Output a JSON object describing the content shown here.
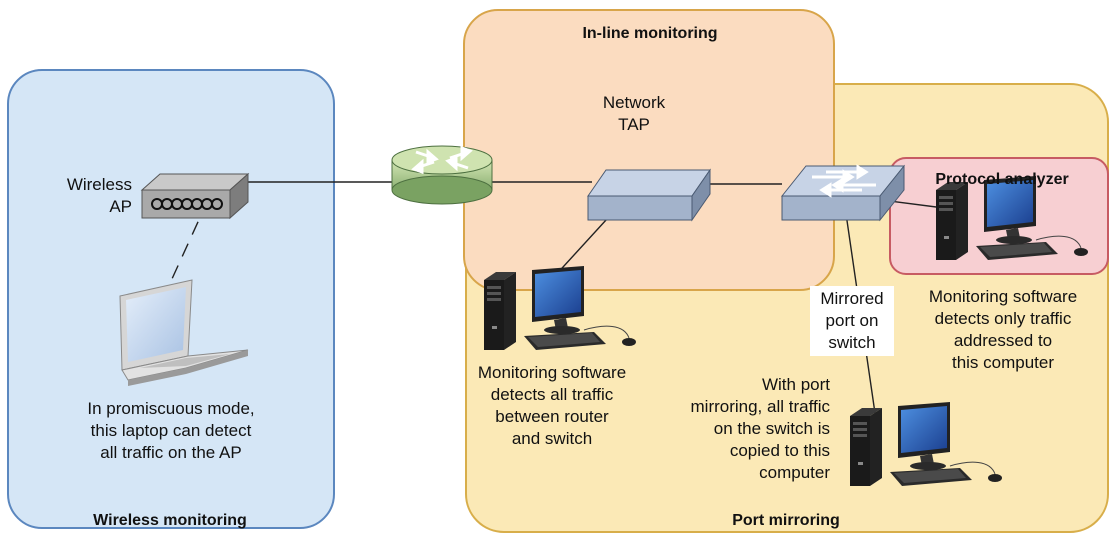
{
  "zones": {
    "wireless": {
      "title": "Wireless monitoring",
      "fill": "#d5e6f6",
      "stroke": "#5b87bf"
    },
    "inline": {
      "title": "In-line monitoring",
      "fill": "#fbdcc0",
      "stroke": "#d8a54a"
    },
    "port_mirroring": {
      "title": "Port mirroring",
      "fill": "#fbe9b6",
      "stroke": "#d8ae4a"
    },
    "protocol_analyzer": {
      "title": "Protocol analyzer",
      "fill": "#f7cfd2",
      "stroke": "#c75b63"
    }
  },
  "devices": {
    "ap_label_line1": "Wireless",
    "ap_label_line2": "AP",
    "tap_label_line1": "Network",
    "tap_label_line2": "TAP",
    "mirrored_port_lines": [
      "Mirrored",
      "port on",
      "switch"
    ]
  },
  "captions": {
    "laptop": [
      "In promiscuous mode,",
      "this laptop can detect",
      "all traffic on the AP"
    ],
    "tap_computer": [
      "Monitoring software",
      "detects all traffic",
      "between router",
      "and switch"
    ],
    "mirror_computer": [
      "With port",
      "mirroring, all traffic",
      "on the switch is",
      "copied to this",
      "computer"
    ],
    "analyzer_computer": [
      "Monitoring software",
      "detects only traffic",
      "addressed to",
      "this computer"
    ]
  },
  "icons": [
    "wireless-ap-icon",
    "router-icon",
    "network-tap-icon",
    "switch-icon",
    "laptop-icon",
    "desktop-computer-icon"
  ]
}
